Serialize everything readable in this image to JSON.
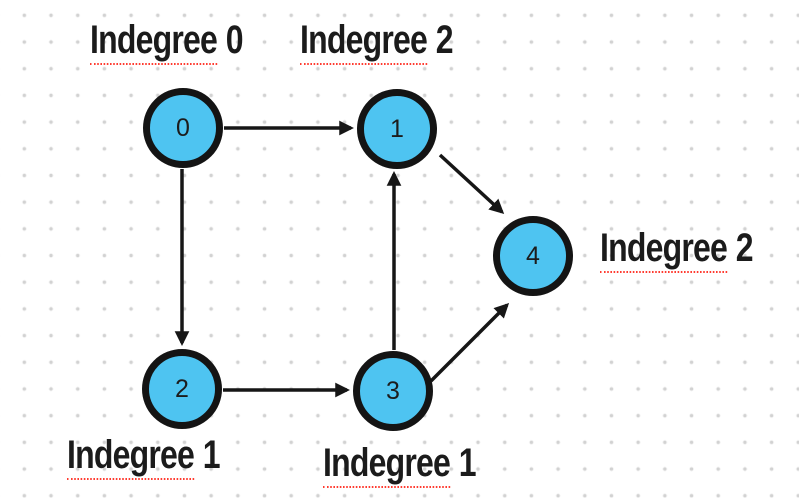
{
  "colors": {
    "background": "#ffffff",
    "grid_dot": "#d2d2d2",
    "node_fill": "#4EC4F1",
    "node_border": "#141414",
    "edge": "#161616",
    "label_text": "#1b1b1b",
    "spellcheck_underline": "#ff3b30"
  },
  "nodes": [
    {
      "id": "0",
      "label": "0"
    },
    {
      "id": "1",
      "label": "1"
    },
    {
      "id": "2",
      "label": "2"
    },
    {
      "id": "3",
      "label": "3"
    },
    {
      "id": "4",
      "label": "4"
    }
  ],
  "edges": [
    {
      "from": "0",
      "to": "1"
    },
    {
      "from": "0",
      "to": "2"
    },
    {
      "from": "2",
      "to": "3"
    },
    {
      "from": "3",
      "to": "1"
    },
    {
      "from": "1",
      "to": "4"
    },
    {
      "from": "3",
      "to": "4"
    }
  ],
  "annotations": [
    {
      "word": "Indegree",
      "value": "0",
      "node": "0"
    },
    {
      "word": "Indegree",
      "value": "2",
      "node": "1"
    },
    {
      "word": "Indegree",
      "value": "1",
      "node": "2"
    },
    {
      "word": "Indegree",
      "value": "1",
      "node": "3"
    },
    {
      "word": "Indegree",
      "value": "2",
      "node": "4"
    }
  ]
}
